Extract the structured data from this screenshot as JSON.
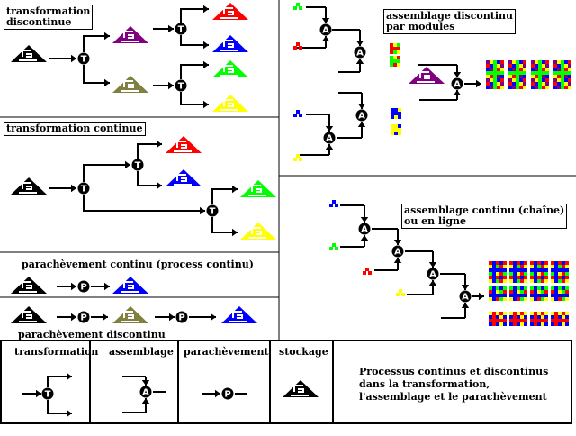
{
  "panels": {
    "discrete_transformation": {
      "title_line1": "transformation",
      "title_line2": "discontinue"
    },
    "continuous_transformation": {
      "title": "transformation continue"
    },
    "continuous_finishing": {
      "title": "parachèvement continu (process continu)"
    },
    "discrete_finishing": {
      "title": "parachèvement discontinu"
    },
    "modular_assembly": {
      "title_line1": "assemblage discontinu",
      "title_line2": "par modules"
    },
    "line_assembly": {
      "title_line1": "assemblage continu (chaîne)",
      "title_line2": "ou en ligne"
    }
  },
  "node_letters": {
    "transformation": "T",
    "assembly": "A",
    "finishing": "P"
  },
  "legend": {
    "transformation": "transformation",
    "assembly": "assemblage",
    "finishing": "parachèvement",
    "storage": "stockage",
    "caption_line1": "Processus continus et discontinus",
    "caption_line2": "dans la transformation,",
    "caption_line3": "l'assemblage et le parachèvement"
  },
  "colors": {
    "black": "#000000",
    "purple": "#800080",
    "olive": "#808040",
    "red": "#ff0000",
    "blue": "#0000ff",
    "green": "#00ff00",
    "yellow": "#ffff00"
  }
}
